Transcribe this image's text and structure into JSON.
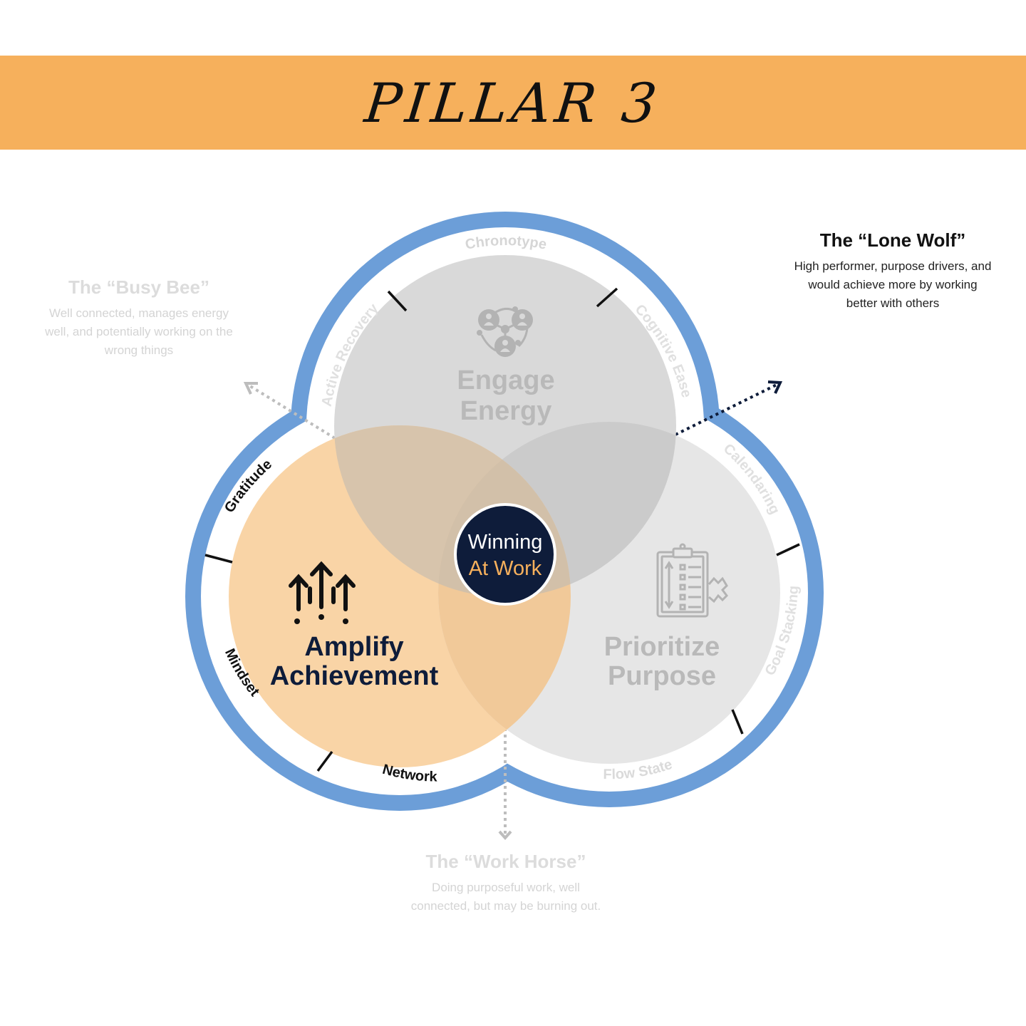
{
  "banner": {
    "title": "PILLAR 3",
    "background": "#f6b05c"
  },
  "colors": {
    "outline_blue": "#6c9ed8",
    "amplify_fill": "#f9d4a6",
    "engage_fill": "#d9d9d9",
    "prioritize_fill": "#e6e6e6",
    "navy": "#0e1c3a",
    "accent_orange": "#f6b05c",
    "faded_text": "#d2d2d2"
  },
  "pillars": {
    "engage": {
      "line1": "Engage",
      "line2": "Energy",
      "icon": "network-people-icon",
      "state": "inactive"
    },
    "amplify": {
      "line1": "Amplify",
      "line2": "Achievement",
      "icon": "rising-arrows-icon",
      "state": "active"
    },
    "prioritize": {
      "line1": "Prioritize",
      "line2": "Purpose",
      "icon": "clipboard-checklist-gear-icon",
      "state": "inactive"
    }
  },
  "center": {
    "line1": "Winning",
    "line2": "At Work"
  },
  "ring_labels": {
    "chronotype": "Chronotype",
    "active_recovery": "Active Recovery",
    "cognitive_ease": "Cognitive Ease",
    "calendaring": "Calendaring",
    "goal_stacking": "Goal Stacking",
    "flow_state": "Flow State",
    "gratitude": "Gratitude",
    "mindset": "Mindset",
    "network": "Network"
  },
  "personas": {
    "lone_wolf": {
      "title": "The “Lone Wolf”",
      "lines": [
        "High performer, purpose drivers, and",
        "would achieve more by working",
        "better with others"
      ],
      "state": "highlighted"
    },
    "busy_bee": {
      "title": "The “Busy Bee”",
      "lines": [
        "Well connected, manages energy",
        "well, and potentially working on the",
        "wrong things"
      ],
      "state": "faded"
    },
    "work_horse": {
      "title": "The “Work Horse”",
      "lines": [
        "Doing purposeful work, well",
        "connected, but may be burning out."
      ],
      "state": "faded"
    }
  }
}
